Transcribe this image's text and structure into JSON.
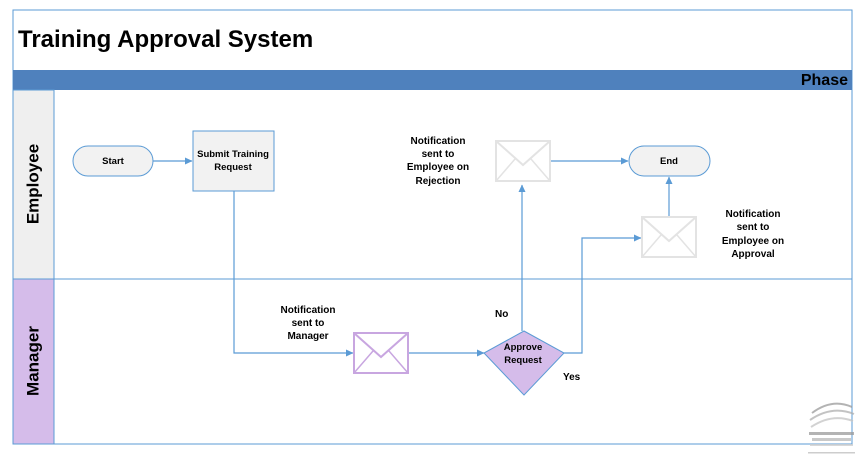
{
  "title": "Training Approval System",
  "phase_label": "Phase",
  "lanes": [
    {
      "label": "Employee",
      "color": "#efefef"
    },
    {
      "label": "Manager",
      "color": "#d5bcea"
    }
  ],
  "nodes": {
    "start": "Start",
    "submit": [
      "Submit Training",
      "Request"
    ],
    "end": "End",
    "approve": [
      "Approve",
      "Request"
    ]
  },
  "labels": {
    "notif_manager": [
      "Notification",
      "sent to",
      "Manager"
    ],
    "notif_rejection": [
      "Notification",
      "sent to",
      "Employee on",
      "Rejection"
    ],
    "notif_approval": [
      "Notification",
      "sent to",
      "Employee on",
      "Approval"
    ],
    "no": "No",
    "yes": "Yes"
  },
  "colors": {
    "phase_bar": "#4f81bd",
    "border": "#5b9bd5",
    "arrow": "#5b9bd5",
    "node_fill": "#f2f2f2",
    "decision_fill": "#d5bcea",
    "envelope_purple": "#c8a6e0",
    "envelope_gray": "#e3e3e3"
  },
  "icons": [
    "envelope-icon",
    "sharepoint-journey-logo"
  ]
}
